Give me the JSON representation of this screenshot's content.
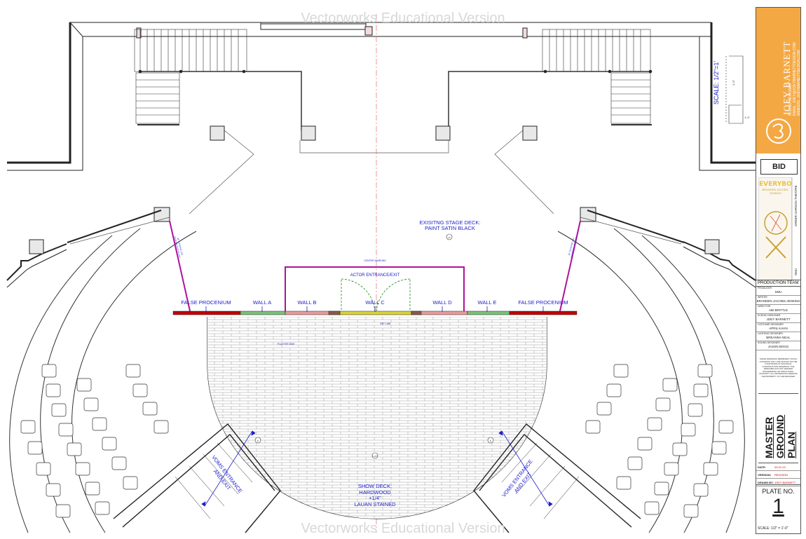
{
  "watermark": "Vectorworks Educational Version",
  "scale_label": "SCALE: 1/2\"=1'",
  "detail_dims": {
    "a": "1'-0\"",
    "b": "1'-0\""
  },
  "stage": {
    "existing_deck_line1": "EXISITNG STAGE DECK:",
    "existing_deck_line2": "PAINT SATIN BLACK",
    "center_marking": "CENTER MARKING",
    "actor_entrance": "ACTOR ENTRANCE/EXIT",
    "false_procenium_left": "FALSE PROCENIUM",
    "false_procenium_right": "FALSE PROCENIUM",
    "walls": [
      "WALL A",
      "WALL B",
      "WALL C",
      "WALL D",
      "WALL E"
    ],
    "set_line": "SET LINE",
    "plaster_line": "PLASTER LINE",
    "show_deck": [
      "SHOW DECK:",
      "HARDWOOD",
      "+1/4\"",
      "LAUAN STAINED"
    ],
    "voms_left": [
      "VOMS ENTRANCE",
      "AND EXIT"
    ],
    "voms_right": [
      "VOMS ENTRANCE",
      "AND EXIT"
    ],
    "tag_top": "+0\"",
    "tag_deck": "+1/4\"",
    "tag_vom": "D",
    "left_slant_label": [
      "36\" MASKING LEG",
      "PAINTED FLAT BLACK"
    ],
    "right_slant_label": [
      "36\" MASKING LEG",
      "PAINTED FLAT BLACK"
    ]
  },
  "title_block": {
    "designer_name": "JOEY BARNETT",
    "designer_role": "SCENIC DESIGNER",
    "designer_email": "EMAIL: JOEY@JOEYBARNETTDESIGN.COM",
    "designer_web": "WEBSITE: JOEYBARNETTDESIGN.COM",
    "bid": "BID",
    "show_title": "EVERYBODY",
    "show_subtitle": "BRANDEN JACOBS-JENKINS",
    "venue": "GREER GARSON THEATRE",
    "school": "SMU",
    "production_team": "PRODUCTION TEAM",
    "team": [
      {
        "role": "PRODUCER",
        "name": "SMU"
      },
      {
        "role": "WRITER",
        "name": "BRANDEN JACOBS-JENKINS"
      },
      {
        "role": "DIRECTOR",
        "name": "ABI BRITTLE"
      },
      {
        "role": "SCENIC DESIGNER",
        "name": "JOEY BARNETT"
      },
      {
        "role": "COSTUME DESIGNER",
        "name": "APRIL KAHN"
      },
      {
        "role": "LIGHTING DESIGNER",
        "name": "BREANNA NEAL"
      },
      {
        "role": "SOUND DESIGNER",
        "name": "JASON BOGG"
      }
    ],
    "disclaimer": "THESE DRAWINGS REPRESENT VISUAL CONCEPTS ONLY AND SHOULD NOT BE CONSTRUED AS TECHNICAL CONSTRUCTION DRAWINGS. THE DESIGNER HAS NOT VERIFIED ENGINEERING OR STRUCTURAL INTEGRITY. ALL INFORMATION REMAINS THE PROPERTY OF THE DESIGNER.",
    "plate_title": [
      "MASTER",
      "GROUND",
      "PLAN"
    ],
    "date_label": "DATE:",
    "date_value": "03.21.23",
    "version_label": "VERSION:",
    "version_value": "REVISION",
    "drawn_label": "DRAWN BY:",
    "drawn_value": "JOEY BARNETT",
    "plate_label": "PLATE NO.",
    "plate_number": "1",
    "scale_footer": "SCALE: 1/2\" = 1'-0\""
  },
  "colors": {
    "wall": "#222222",
    "magenta": "#b0129a",
    "label_blue": "#1c1ccc",
    "false_procenium": "#c00000",
    "wall_green": "#7ac27a",
    "wall_pink": "#e79b9b",
    "wall_yellow": "#d9d23a",
    "wall_brown": "#8a5a4a",
    "titleblock_orange": "#f4a844"
  }
}
